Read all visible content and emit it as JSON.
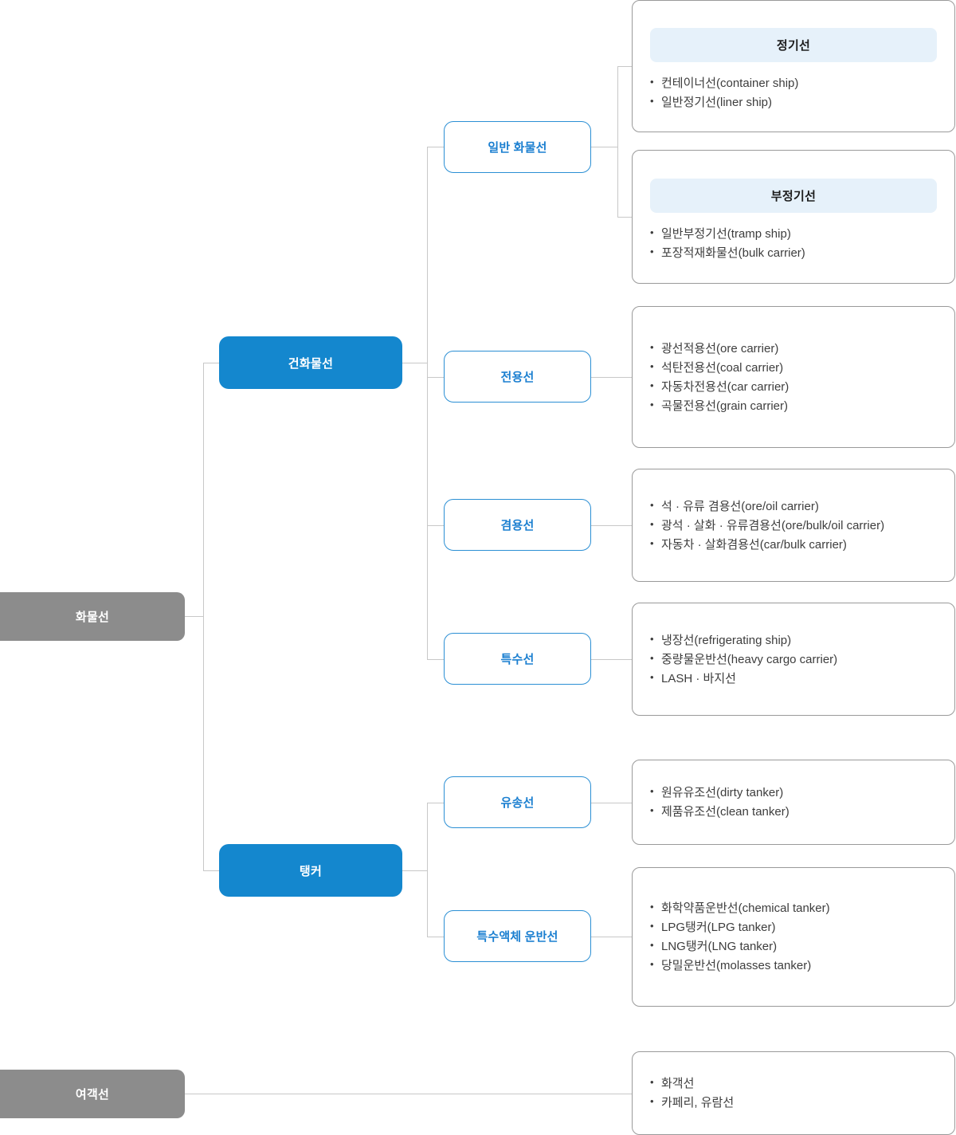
{
  "diagram": {
    "title_visible": false,
    "colors": {
      "root_node_bg": "#8c8c8c",
      "category_node_bg": "#1487ce",
      "sub_node_border": "#2b8fd4",
      "sub_node_text": "#1b7fd0",
      "panel_border": "#9a9a9a",
      "panel_head_bg": "#e6f1fa",
      "connector": "#c8c8c8",
      "body_text": "#3d3d3d"
    },
    "roots": [
      {
        "id": "cargo-ship",
        "label": "화물선"
      },
      {
        "id": "passenger-ship",
        "label": "여객선"
      }
    ],
    "categories": [
      {
        "id": "dry-cargo",
        "label": "건화물선"
      },
      {
        "id": "tanker",
        "label": "탱커"
      }
    ],
    "sub_nodes": [
      {
        "id": "general-cargo",
        "label": "일반 화물선"
      },
      {
        "id": "dedicated",
        "label": "전용선"
      },
      {
        "id": "combined",
        "label": "겸용선"
      },
      {
        "id": "special",
        "label": "특수선"
      },
      {
        "id": "oil-carrier",
        "label": "유송선"
      },
      {
        "id": "special-liquid",
        "label": "특수액체 운반선"
      }
    ],
    "panels": [
      {
        "id": "liner",
        "header": "정기선",
        "items": [
          "컨테이너선(container ship)",
          "일반정기선(liner ship)"
        ]
      },
      {
        "id": "tramper",
        "header": "부정기선",
        "items": [
          "일반부정기선(tramp ship)",
          "포장적재화물선(bulk carrier)"
        ]
      },
      {
        "id": "dedicated-list",
        "header": null,
        "items": [
          "광선적용선(ore carrier)",
          "석탄전용선(coal carrier)",
          "자동차전용선(car carrier)",
          "곡물전용선(grain carrier)"
        ]
      },
      {
        "id": "combined-list",
        "header": null,
        "items": [
          "석 · 유류 겸용선(ore/oil carrier)",
          "광석 · 살화 · 유류겸용선(ore/bulk/oil carrier)",
          "자동차 · 살화겸용선(car/bulk carrier)"
        ]
      },
      {
        "id": "special-list",
        "header": null,
        "items": [
          "냉장선(refrigerating ship)",
          "중량물운반선(heavy cargo carrier)",
          "LASH · 바지선"
        ]
      },
      {
        "id": "oil-carrier-list",
        "header": null,
        "items": [
          "원유유조선(dirty tanker)",
          "제품유조선(clean tanker)"
        ]
      },
      {
        "id": "special-liquid-list",
        "header": null,
        "items": [
          "화학약품운반선(chemical tanker)",
          "LPG탱커(LPG tanker)",
          "LNG탱커(LNG tanker)",
          "당밀운반선(molasses tanker)"
        ]
      },
      {
        "id": "passenger-list",
        "header": null,
        "items": [
          "화객선",
          "카페리, 유람선"
        ]
      }
    ]
  }
}
